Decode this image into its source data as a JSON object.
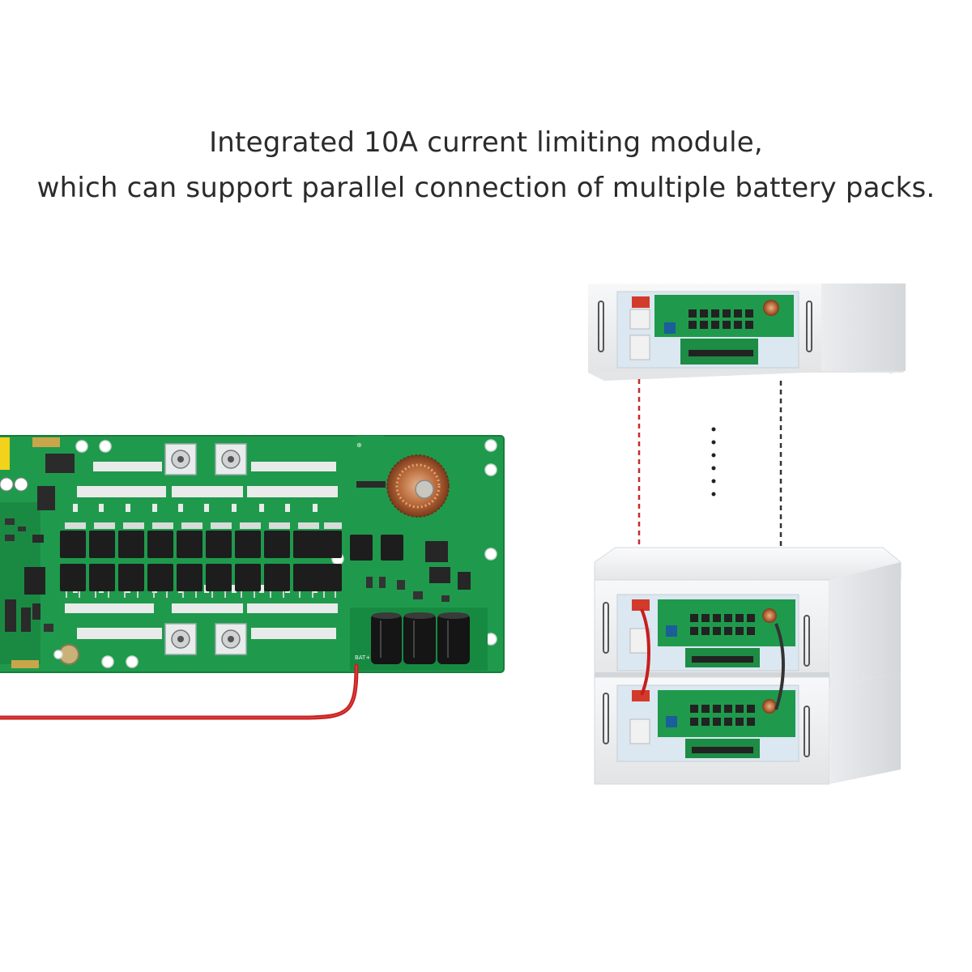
{
  "caption": {
    "line1": "Integrated 10A current limiting module,",
    "line2": "which can support parallel connection of multiple battery packs."
  },
  "board": {
    "terminal_label": "BAT+"
  },
  "colors": {
    "pcb_green": "#1f9a4c",
    "wire_red": "#c81e1e",
    "enclosure_white": "#f1f2f3",
    "text_dark": "#2b2b2b"
  }
}
